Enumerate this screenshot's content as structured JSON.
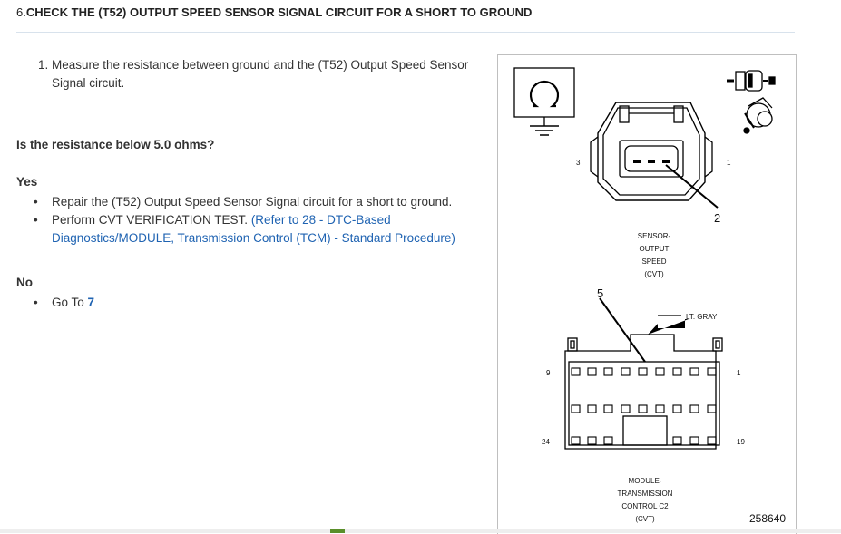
{
  "step": {
    "number": "6.",
    "title": "CHECK THE (T52) OUTPUT SPEED SENSOR SIGNAL CIRCUIT FOR A SHORT TO GROUND"
  },
  "instruction": {
    "number": "1.",
    "text": "Measure the resistance between ground and the (T52) Output Speed Sensor Signal circuit."
  },
  "question": "Is the resistance below 5.0 ohms?",
  "yes": {
    "label": "Yes",
    "item1": "Repair the (T52) Output Speed Sensor Signal circuit for a short to ground.",
    "item2_text": "Perform CVT VERIFICATION TEST.",
    "item2_link": "(Refer to 28 - DTC-Based Diagnostics/MODULE, Transmission Control (TCM) - Standard Procedure)"
  },
  "no": {
    "label": "No",
    "item1_text": "Go To",
    "item1_link": "7"
  },
  "figure": {
    "id": "258640",
    "sensor_pin_left": "3",
    "sensor_pin_right": "1",
    "sensor_callout": "2",
    "sensor_label": [
      "SENSOR-",
      "OUTPUT",
      "SPEED",
      "(CVT)"
    ],
    "module_callout": "5",
    "wire_color": "LT. GRAY",
    "module_pin_top_left": "9",
    "module_pin_top_right": "1",
    "module_pin_bottom_left": "24",
    "module_pin_bottom_right": "19",
    "module_label": [
      "MODULE-",
      "TRANSMISSION",
      "CONTROL C2",
      "(CVT)"
    ]
  }
}
